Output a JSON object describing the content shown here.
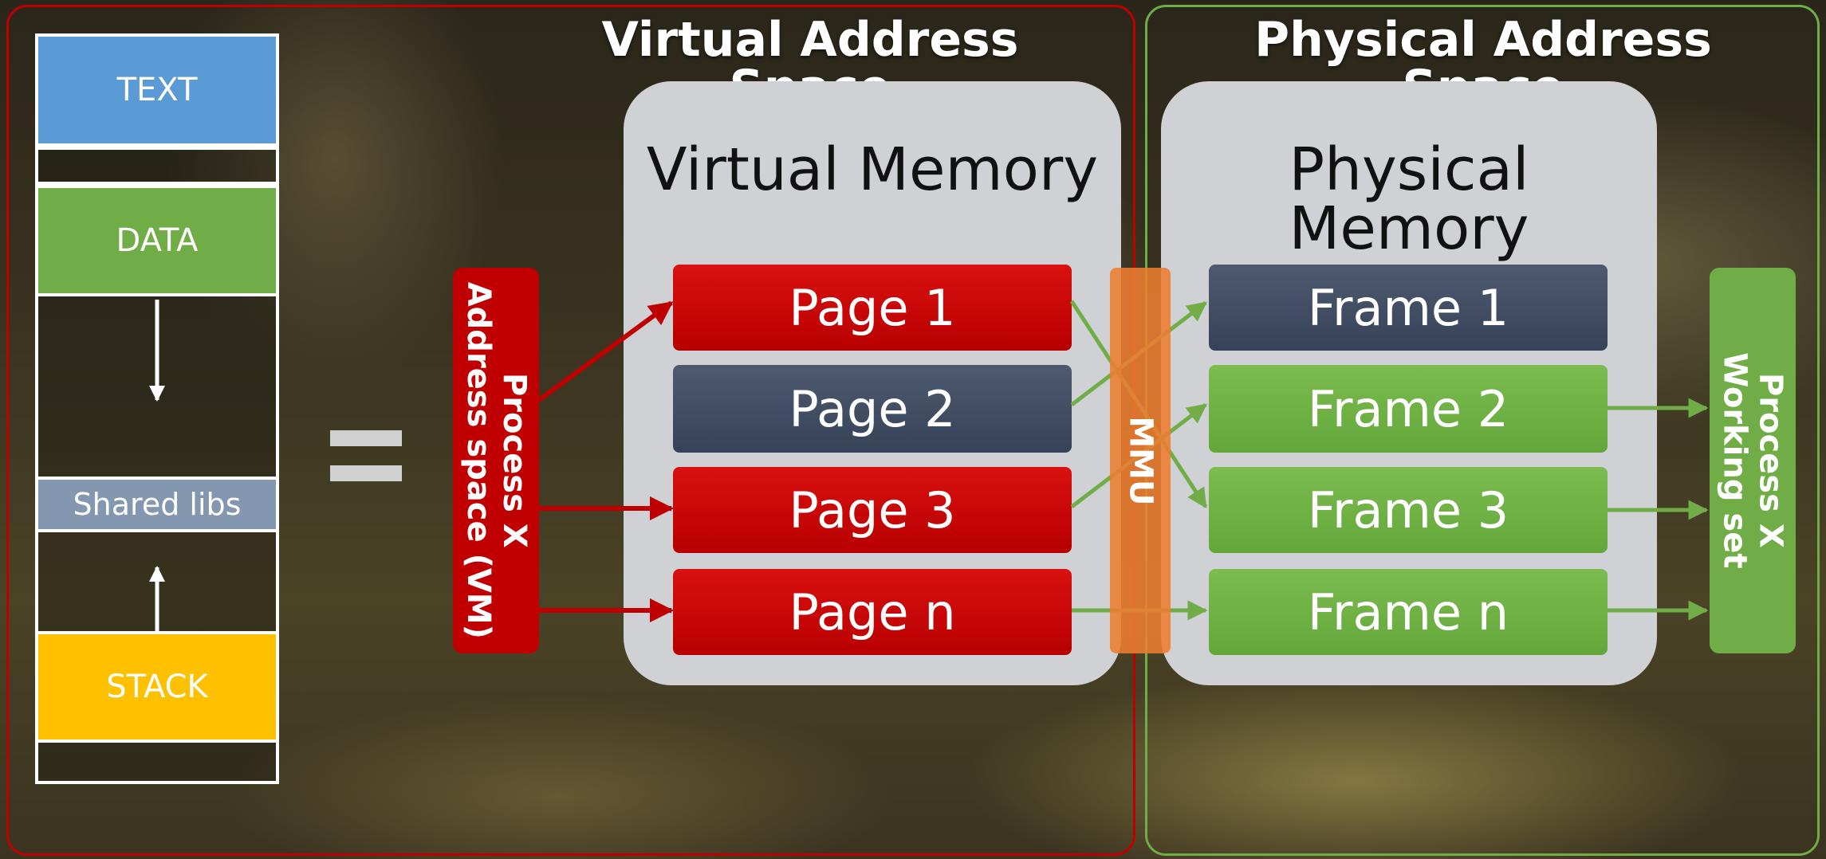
{
  "regions": {
    "virtual_title": "Virtual Address Space",
    "physical_title": "Physical Address Space"
  },
  "memory_layout": {
    "segments": [
      "TEXT",
      "DATA",
      "Shared libs",
      "STACK"
    ]
  },
  "virtual_memory": {
    "title": "Virtual Memory",
    "pages": [
      "Page 1",
      "Page 2",
      "Page 3",
      "Page n"
    ]
  },
  "physical_memory": {
    "title": "Physical Memory",
    "frames": [
      "Frame 1",
      "Frame 2",
      "Frame 3",
      "Frame n"
    ]
  },
  "process_address_space": {
    "line1": "Process X",
    "line2": "Address space (VM)"
  },
  "mmu": {
    "label": "MMU"
  },
  "working_set": {
    "line1": "Process X",
    "line2": "Working set"
  },
  "colors": {
    "virtual_border": "#c00000",
    "physical_border": "#70ad47",
    "text_segment": "#5b9bd5",
    "data_segment": "#70ad47",
    "shared_libs_segment": "#8497b0",
    "stack_segment": "#ffc000",
    "page_red": "#c00000",
    "page_slate": "#44546a",
    "frame_green": "#70ad47",
    "mmu": "#ed7d31",
    "arrow_red": "#c00000",
    "arrow_green": "#70ad47"
  }
}
